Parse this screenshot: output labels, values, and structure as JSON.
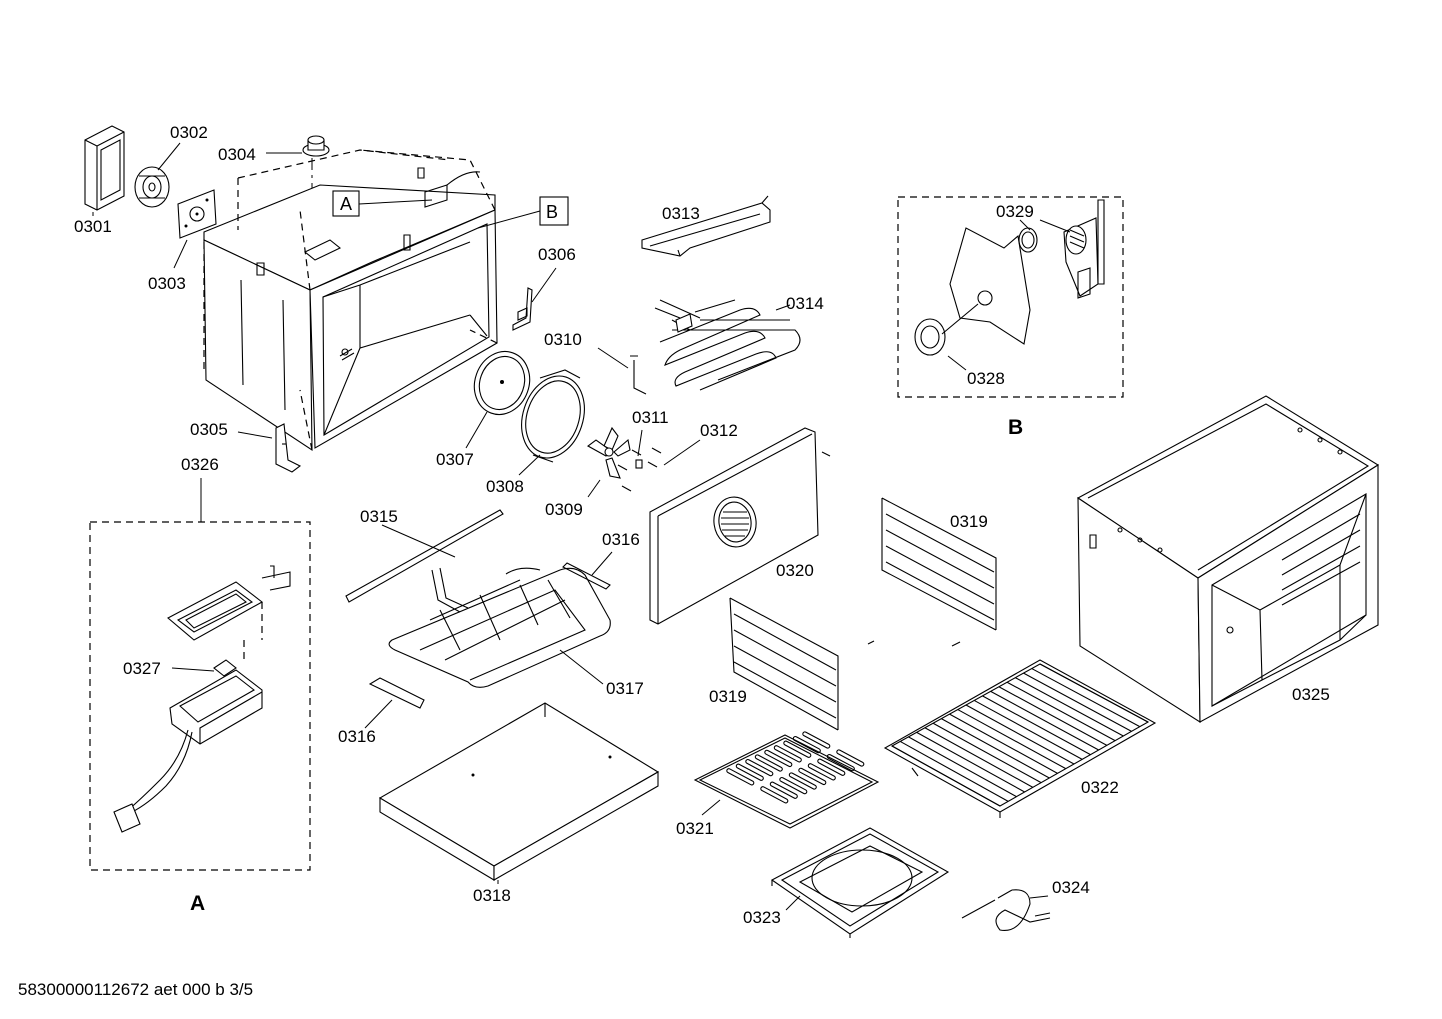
{
  "diagram": {
    "labels": {
      "p0301": "0301",
      "p0302": "0302",
      "p0303": "0303",
      "p0304": "0304",
      "p0305": "0305",
      "p0306": "0306",
      "p0307": "0307",
      "p0308": "0308",
      "p0309": "0309",
      "p0310": "0310",
      "p0311": "0311",
      "p0312": "0312",
      "p0313": "0313",
      "p0314": "0314",
      "p0315": "0315",
      "p0316a": "0316",
      "p0316b": "0316",
      "p0317": "0317",
      "p0318": "0318",
      "p0319a": "0319",
      "p0319b": "0319",
      "p0320": "0320",
      "p0321": "0321",
      "p0322": "0322",
      "p0323": "0323",
      "p0324": "0324",
      "p0325": "0325",
      "p0326": "0326",
      "p0327": "0327",
      "p0328": "0328",
      "p0329": "0329"
    },
    "callouts": {
      "a": "A",
      "b": "B"
    },
    "detail_titles": {
      "a": "A",
      "b": "B"
    }
  },
  "footer": {
    "doc_id": "58300000112672 aet 000 b 3/5"
  }
}
